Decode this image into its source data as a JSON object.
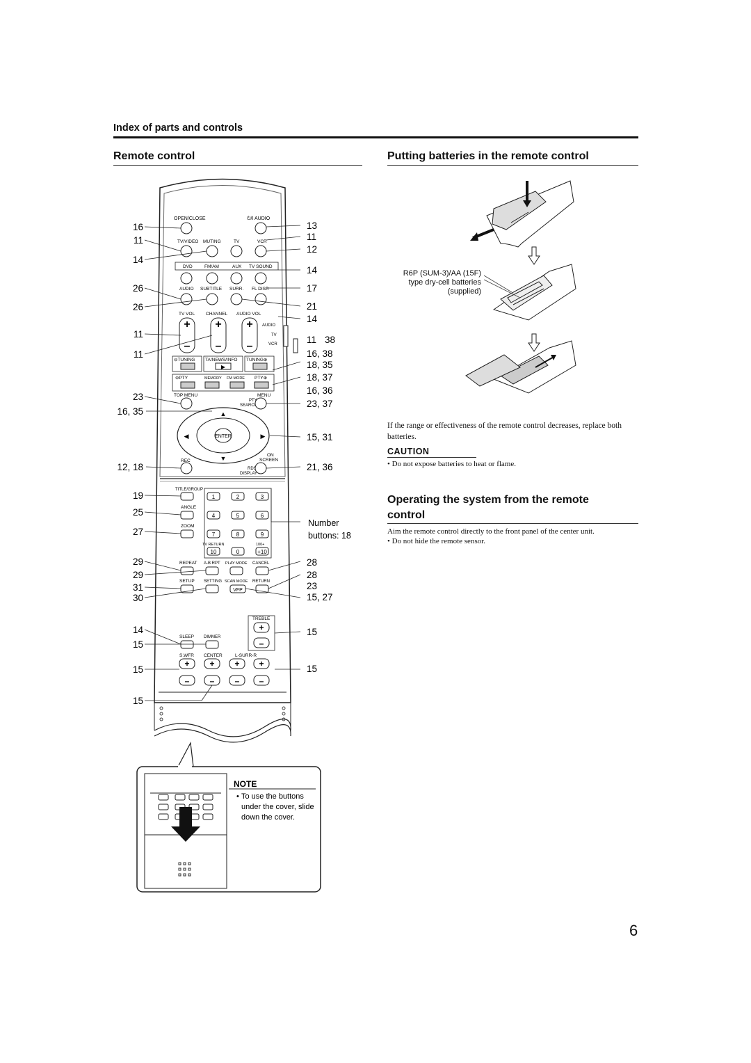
{
  "section_title": "Index of parts and controls",
  "left_heading": "Remote control",
  "right_heading": "Putting batteries in the remote control",
  "battery": {
    "label_line1": "R6P (SUM-3)/AA (15F)",
    "label_line2": "type dry-cell batteries",
    "label_line3": "(supplied)",
    "paragraph": "If the range or effectiveness of the remote control decreases, replace both batteries.",
    "caution_label": "CAUTION",
    "caution_item": "Do not expose batteries to heat or flame."
  },
  "operating": {
    "heading_line1": "Operating the system from the remote",
    "heading_line2": "control",
    "paragraph": "Aim the remote control directly to the front panel of the center unit.",
    "bullet": "Do not hide the remote sensor."
  },
  "note": {
    "label": "NOTE",
    "line1": "To use the buttons",
    "line2": "under the cover, slide",
    "line3": "down the cover."
  },
  "remote_labels": {
    "open_close": "OPEN/CLOSE",
    "power_audio": "⏻/I AUDIO",
    "tv_video": "TV/VIDEO",
    "muting": "MUTING",
    "tv": "TV",
    "vcr": "VCR",
    "dvd": "DVD",
    "fm_am": "FM/AM",
    "aux": "AUX",
    "tv_sound": "TV SOUND",
    "audio": "AUDIO",
    "subtitle": "SUBTITLE",
    "surr": "SURR.",
    "fl_disp": "FL DISP.",
    "tv_vol": "TV VOL",
    "channel": "CHANNEL",
    "audio_vol": "AUDIO VOL",
    "sw_audio": "AUDIO",
    "sw_tv": "TV",
    "sw_vcr": "VCR",
    "tuning_down": "⊖TUNING",
    "ta_news_info": "TA/NEWS/INFO",
    "tuning_up": "TUNING⊕",
    "pty_down": "⊖PTY",
    "memory": "MEMORY",
    "fm_mode": "FM MODE",
    "pty_up": "PTY⊕",
    "top_menu": "TOP MENU",
    "menu": "MENU",
    "pty_search": "PTY",
    "search": "SEARCH",
    "enter": "ENTER",
    "rec": "REC",
    "on": "ON",
    "screen": "SCREEN",
    "rds": "RDS",
    "display": "DISPLAY",
    "title_group": "TITLE/GROUP",
    "angle": "ANGLE",
    "zoom": "ZOOM",
    "tv_return": "TV RETURN",
    "hundred_plus": "100+",
    "repeat": "REPEAT",
    "ab_rpt": "A-B RPT",
    "play_mode": "PLAY MODE",
    "cancel": "CANCEL",
    "setup": "SETUP",
    "setting": "SETTING",
    "scan_mode": "SCAN MODE",
    "return": "RETURN",
    "vfp": "VFP",
    "treble": "TREBLE",
    "sleep": "SLEEP",
    "dimmer": "DIMMER",
    "s_wfr": "S.WFR",
    "center": "CENTER",
    "l_surr_r": "L-SURR-R",
    "k1": "1",
    "k2": "2",
    "k3": "3",
    "k4": "4",
    "k5": "5",
    "k6": "6",
    "k7": "7",
    "k8": "8",
    "k9": "9",
    "k10": "10",
    "k0": "0",
    "kplus10": "+10"
  },
  "callouts_left": [
    "16",
    "11",
    "14",
    "26",
    "26",
    "11",
    "11",
    "23",
    "16, 35",
    "12, 18",
    "19",
    "25",
    "27",
    "29",
    "29",
    "31",
    "30",
    "14",
    "15",
    "15",
    "15"
  ],
  "callouts_right": [
    "13",
    "11",
    "12",
    "14",
    "17",
    "21",
    "14",
    "11",
    "38",
    "16, 38",
    "18, 35",
    "18, 37",
    "16, 36",
    "23, 37",
    "15, 31",
    "21, 36",
    "28",
    "28",
    "23",
    "15, 27",
    "15",
    "15"
  ],
  "number_buttons_line1": "Number",
  "number_buttons_line2": "buttons: 18",
  "page_number": "6"
}
